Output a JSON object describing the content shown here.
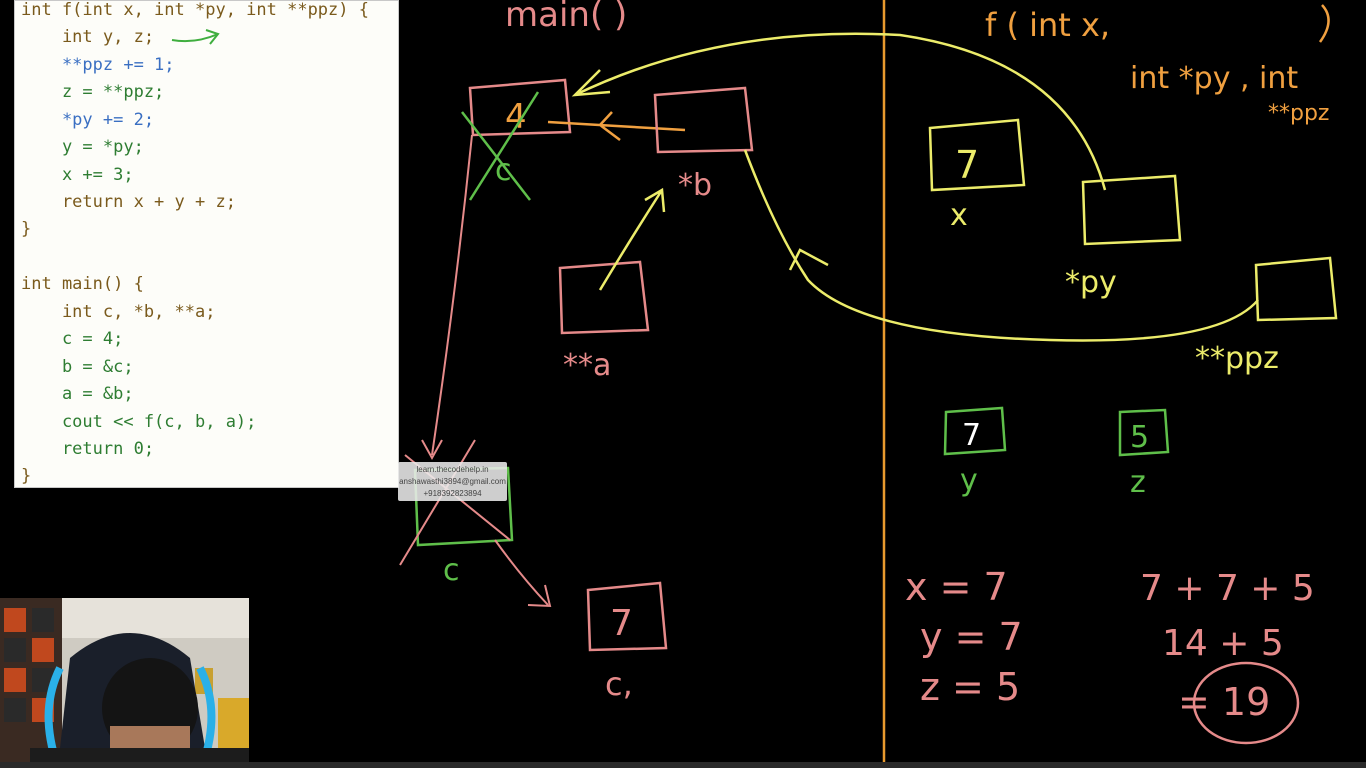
{
  "code": {
    "lines": [
      "int f(int x, int *py, int **ppz) {",
      "    int y, z;",
      "    **ppz += 1;",
      "    z = **ppz;",
      "    *py += 2;",
      "    y = *py;",
      "    x += 3;",
      "    return x + y + z;",
      "}",
      "",
      "int main() {",
      "    int c, *b, **a;",
      "    c = 4;",
      "    b = &c;",
      "    a = &b;",
      "    cout << f(c, b, a);",
      "    return 0;",
      "}"
    ]
  },
  "board": {
    "main_label": "main( )",
    "f_label": "f ( int x,",
    "f_param2": "int *py , int",
    "f_param3": "**ppz",
    "box_y_value": "4",
    "box_y_label": "c",
    "box_b_label": "*b",
    "box_a_label": "**a",
    "box_c_label": "c",
    "box_c2_value": "7",
    "box_c2_label": "c,",
    "box_x_value": "7",
    "box_x_label": "x",
    "box_py_label": "*py",
    "box_ppz_label": "**ppz",
    "box_fy_value": "7",
    "box_fy_label": "y",
    "box_z_value": "5",
    "box_z_label": "z",
    "eq_x": "x = 7",
    "eq_y": "y = 7",
    "eq_z": "z = 5",
    "sum_line1": "7 + 7 + 5",
    "sum_line2": "14 + 5",
    "sum_result": "= 19",
    "colors": {
      "yellow": "#ecec6a",
      "pink": "#e58a8a",
      "green": "#5fbf4a",
      "orange": "#f0a040",
      "white": "#ffffff"
    }
  },
  "watermark": {
    "line1": "learn.thecodehelp.in",
    "line2": "anshawasthi3894@gmail.com",
    "line3": "+918392823894"
  }
}
